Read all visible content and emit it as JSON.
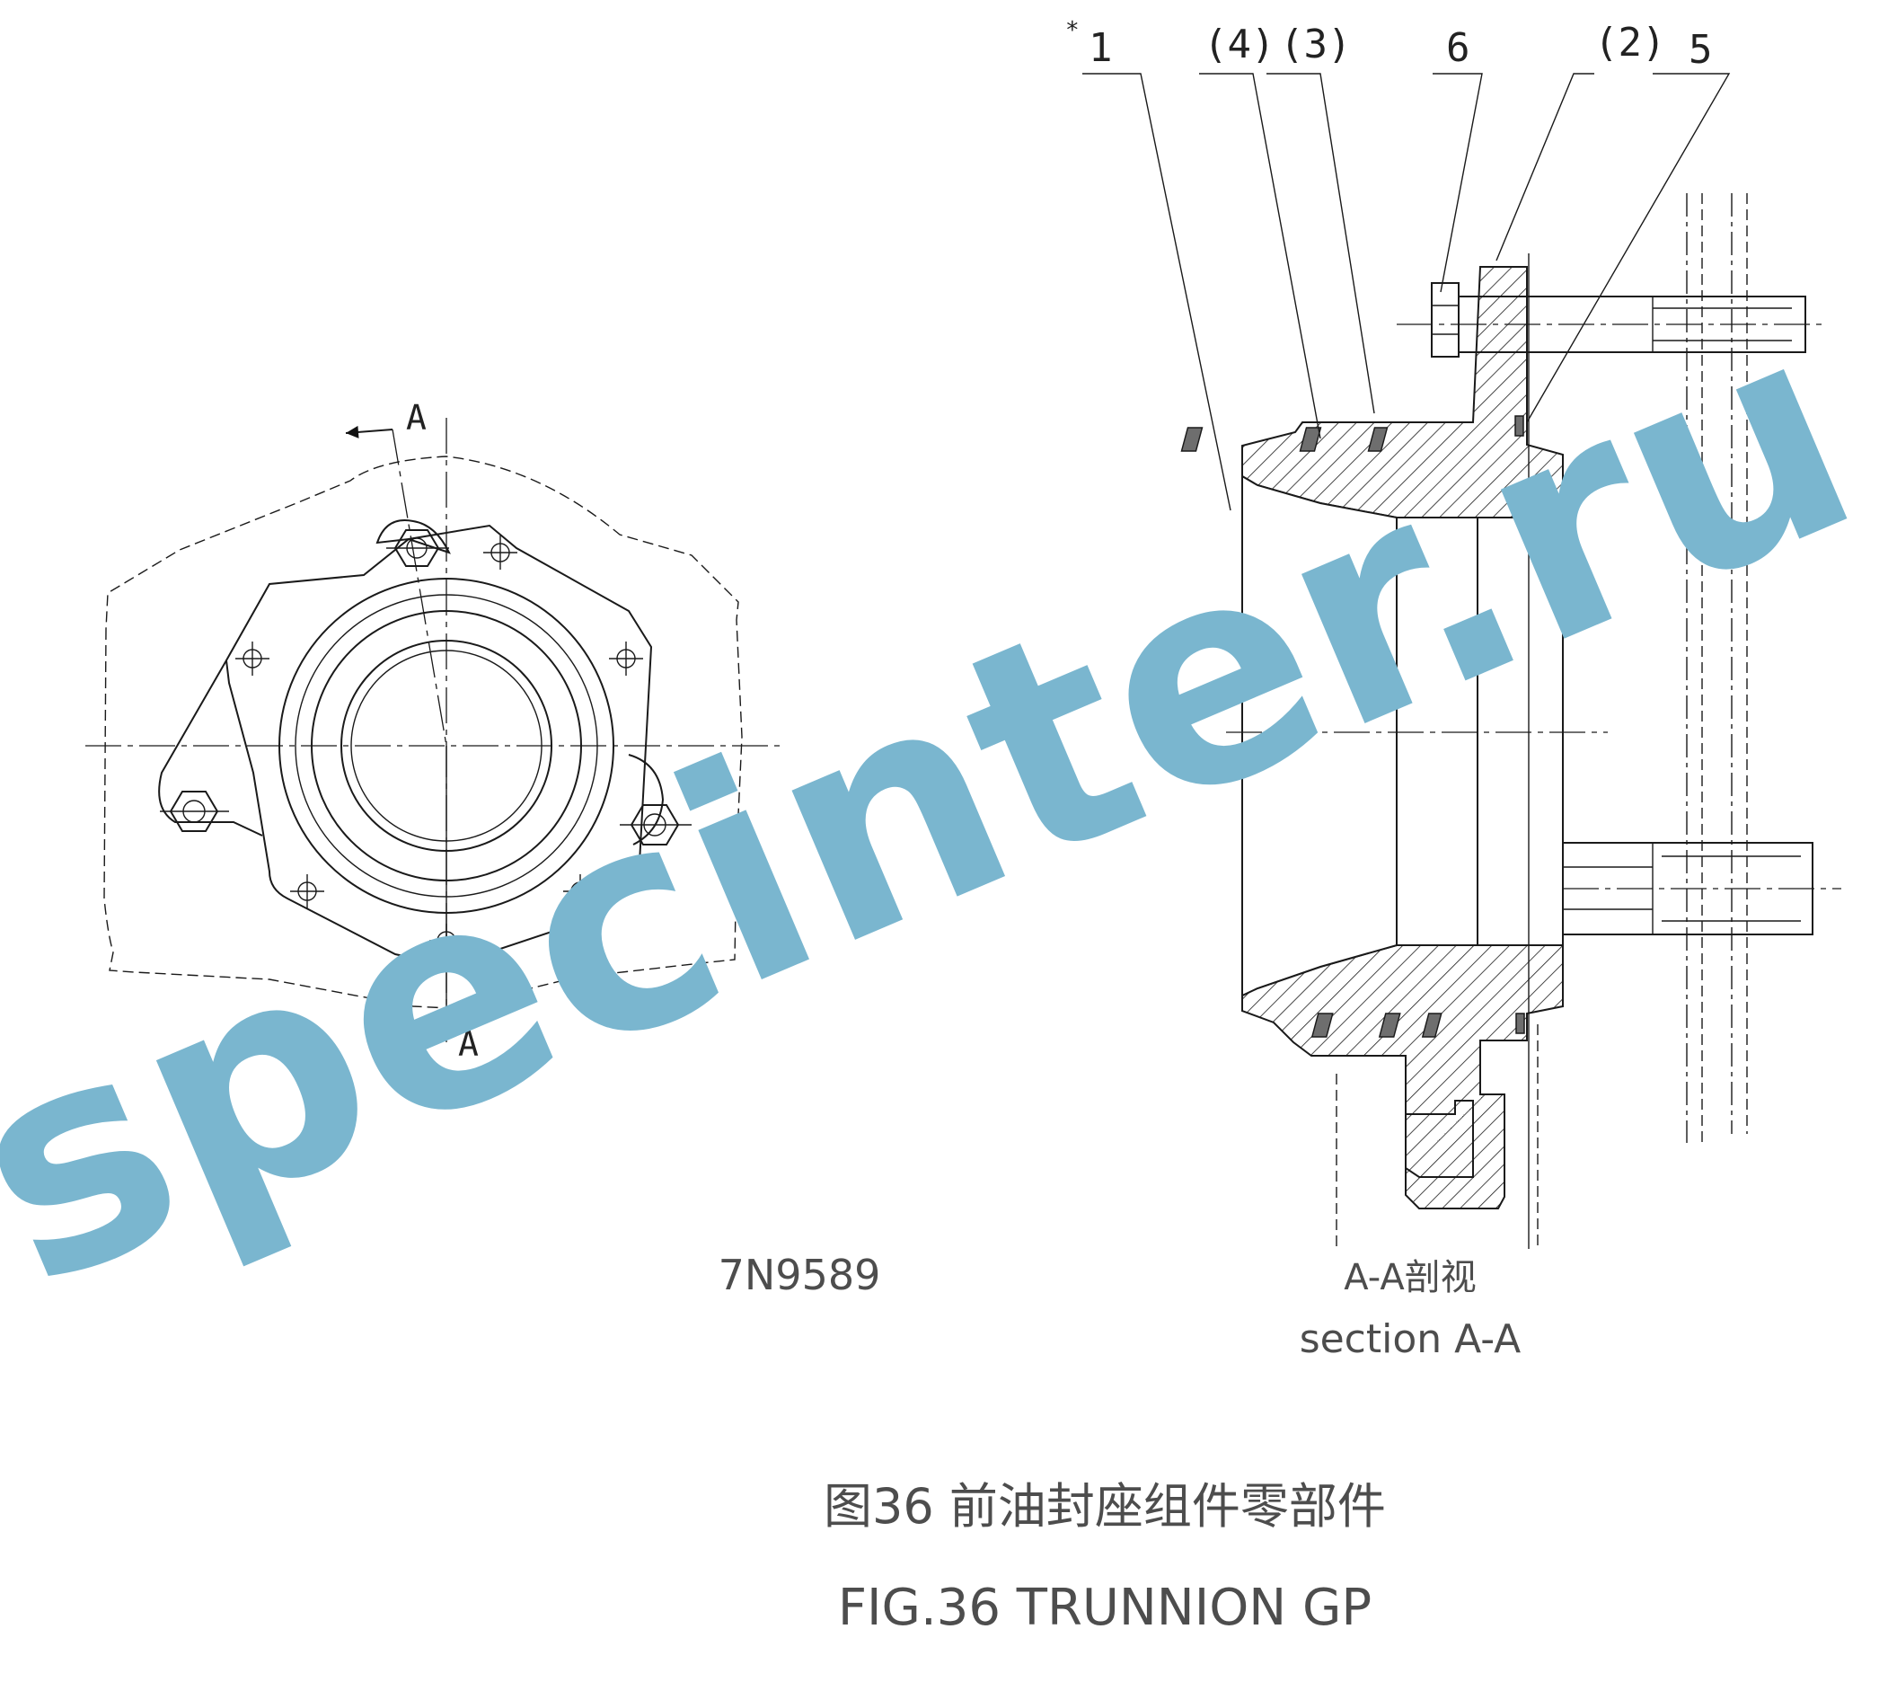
{
  "drawing": {
    "part_number": "7N9589",
    "section_marker": "A",
    "section_caption_cn": "A-A剖视",
    "section_caption_en": "section A-A",
    "callouts": [
      {
        "label": "1",
        "prefix": "*"
      },
      {
        "label": "(4)",
        "prefix": ""
      },
      {
        "label": "(3)",
        "prefix": ""
      },
      {
        "label": "6",
        "prefix": ""
      },
      {
        "label": "(2)",
        "prefix": ""
      },
      {
        "label": "5",
        "prefix": ""
      }
    ]
  },
  "caption": {
    "chinese": "图36 前油封座组件零部件",
    "english": "FIG.36 TRUNNION GP"
  },
  "watermark": {
    "text": "specinter.ru",
    "color": "#7ab6cf"
  }
}
